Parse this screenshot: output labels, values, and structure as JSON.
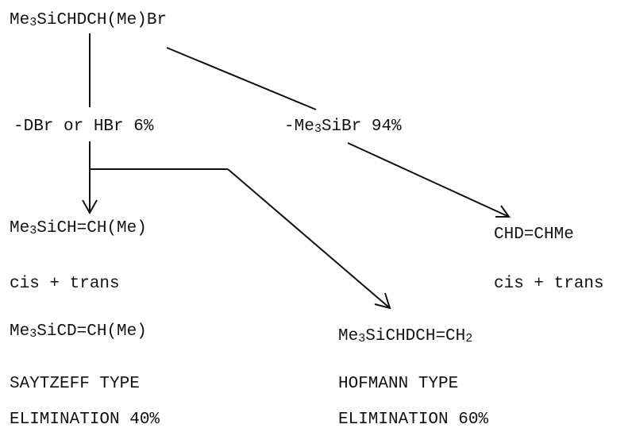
{
  "reactant": {
    "pre": "Me",
    "sub": "3",
    "post": "SiCHDCH(Me)Br"
  },
  "path_left_label": "-DBr or HBr 6%",
  "path_right_label": {
    "pre": "-Me",
    "sub": "3",
    "post": "SiBr 94%"
  },
  "saytzeff": {
    "product1": {
      "pre": "Me",
      "sub": "3",
      "post": "SiCH=CH(Me)"
    },
    "isomers": "cis + trans",
    "product2": {
      "pre": "Me",
      "sub": "3",
      "post": "SiCD=CH(Me)"
    },
    "type_line1": "SAYTZEFF TYPE",
    "type_line2": "ELIMINATION 40%"
  },
  "hofmann": {
    "product": {
      "pre": "Me",
      "sub": "3",
      "mid": "SiCHDCH=CH",
      "sub2": "2"
    },
    "type_line1": "HOFMANN TYPE",
    "type_line2": "ELIMINATION 60%"
  },
  "olefin": {
    "product": "CHD=CHMe",
    "isomers": "cis + trans"
  }
}
